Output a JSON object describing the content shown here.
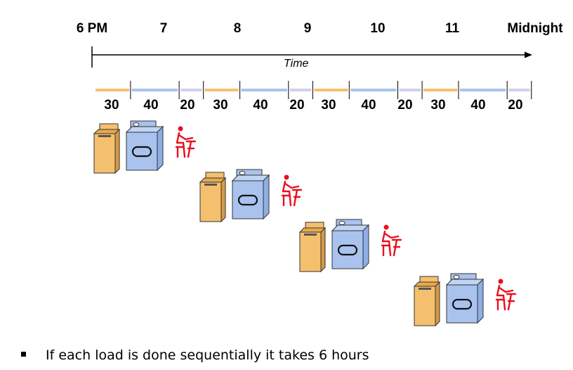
{
  "timeline": {
    "hours": [
      "6 PM",
      "7",
      "8",
      "9",
      "10",
      "11",
      "Midnight"
    ],
    "axis_label": "Time",
    "stage_durations": [
      "30",
      "40",
      "20",
      "30",
      "40",
      "20",
      "30",
      "40",
      "20",
      "30",
      "40",
      "20"
    ]
  },
  "colors": {
    "washer": "#f5c06e",
    "dryer": "#a9c3ee",
    "fold": "#d3d0ec",
    "person": "#e8101e",
    "outline": "#333333"
  },
  "icons": [
    "washer-icon",
    "dryer-icon",
    "folding-person-icon"
  ],
  "bullet": {
    "text": "If each load is done sequentially it takes 6 hours"
  }
}
